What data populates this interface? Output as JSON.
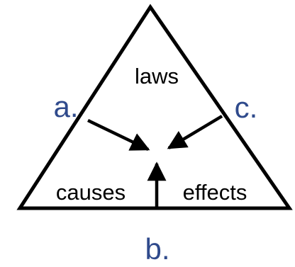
{
  "diagram": {
    "regions": {
      "top": "laws",
      "bottom_left": "causes",
      "bottom_right": "effects"
    },
    "markers": {
      "left": "a.",
      "bottom": "b.",
      "right": "c."
    },
    "colors": {
      "line": "#000000",
      "marker_text": "#2f4a8c",
      "background": "#ffffff"
    }
  }
}
